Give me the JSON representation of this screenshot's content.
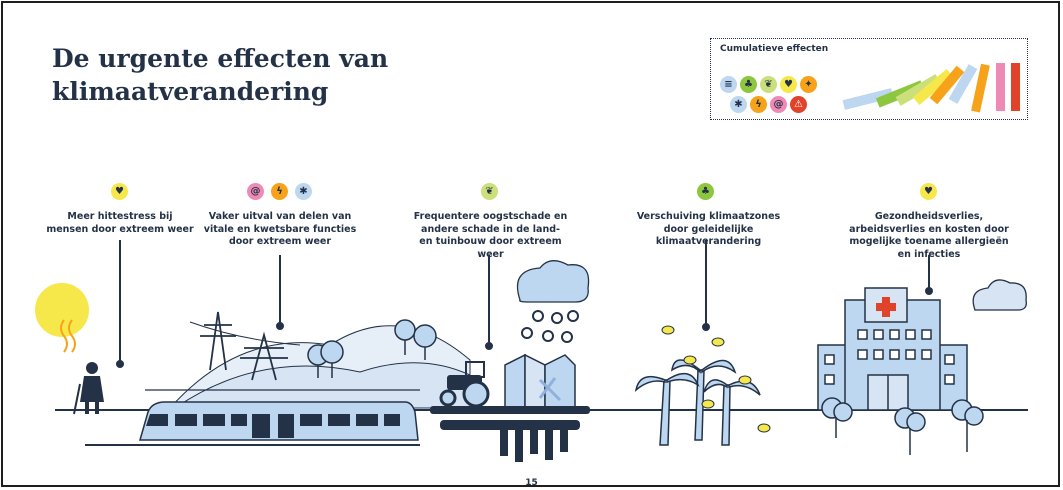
{
  "title": "De urgente effecten van klimaatverandering",
  "legend": {
    "title": "Cumulatieve effecten",
    "icons": [
      "water-icon",
      "tree-icon",
      "leaf-icon",
      "heart-icon",
      "running-person-icon",
      "snowflake-icon",
      "lightning-icon",
      "at-sign-icon",
      "warning-icon"
    ]
  },
  "effects": [
    {
      "caption": "Meer hittestress bij mensen door extreem weer",
      "icons": [
        "heart-icon"
      ]
    },
    {
      "caption": "Vaker uitval van delen van vitale en kwetsbare functies door extreem weer",
      "icons": [
        "at-sign-icon",
        "lightning-icon",
        "snowflake-icon"
      ]
    },
    {
      "caption": "Frequentere oogstschade en andere schade in de land- en tuinbouw door extreem weer",
      "icons": [
        "leaf-icon"
      ]
    },
    {
      "caption": "Verschuiving klimaatzones door geleidelijke klimaatverandering",
      "icons": [
        "tree-icon"
      ]
    },
    {
      "caption": "Gezondheidsverlies, arbeidsverlies en kosten door mogelijke toename allergieën en infecties",
      "icons": [
        "heart-icon"
      ]
    }
  ],
  "page_number": "15",
  "colors": {
    "navy": "#243247",
    "light_blue": "#bcd7ef",
    "mid_blue": "#8fb1dc",
    "sun": "#f6e84a",
    "pink": "#ef8ab4",
    "orange": "#f7a21b",
    "green": "#8dc63f",
    "lime": "#cbe07a",
    "red": "#e0432a"
  }
}
